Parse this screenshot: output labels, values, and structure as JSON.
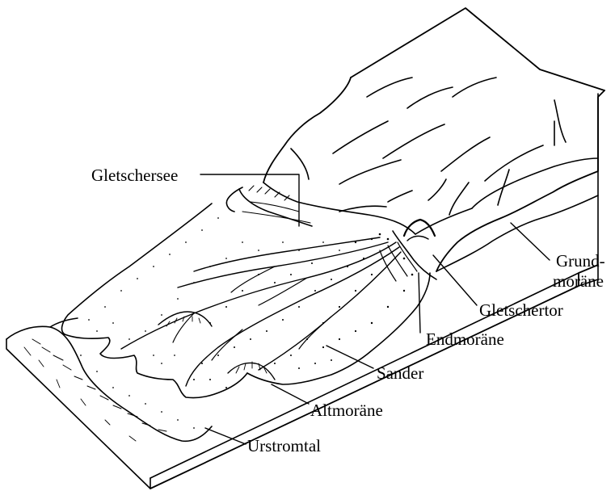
{
  "labels": {
    "gletschersee": "Gletschersee",
    "grundmoraene_line1": "Grund-",
    "grundmoraene_line2": "moräne",
    "gletschertor": "Gletschertor",
    "endmoraene": "Endmoräne",
    "sander": "Sander",
    "altmoraene": "Altmoräne",
    "urstromtal": "Urstromtal"
  }
}
